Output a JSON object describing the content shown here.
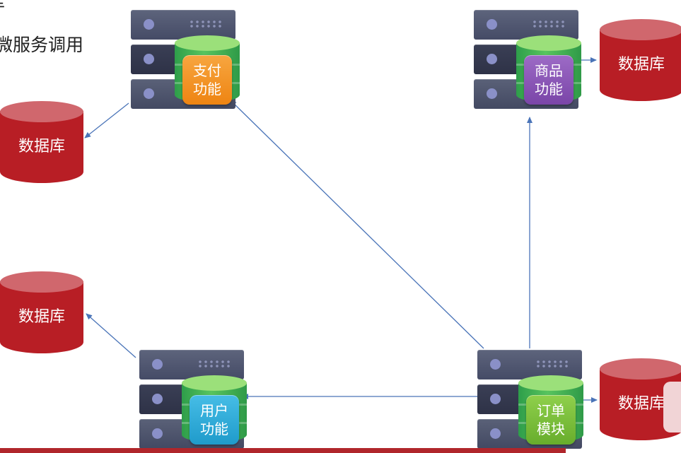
{
  "clipped_text": {
    "line1": "库",
    "line2": "微服务调用"
  },
  "servers": {
    "payment": {
      "label": "支付\n功能",
      "color": "#f39222"
    },
    "product": {
      "label": "商品\n功能",
      "color": "#8a55b5"
    },
    "user": {
      "label": "用户\n功能",
      "color": "#2aa9d6"
    },
    "order": {
      "label": "订单\n模块",
      "color": "#7cc03a"
    }
  },
  "databases": {
    "db_left_top": {
      "label": "数据库"
    },
    "db_left_bottom": {
      "label": "数据库"
    },
    "db_right_top": {
      "label": "数据库"
    },
    "db_right_bottom": {
      "label": "数据库"
    }
  },
  "colors": {
    "arrow": "#4a74b8",
    "database": "#b81e25",
    "accent_bar": "#b0262b"
  }
}
